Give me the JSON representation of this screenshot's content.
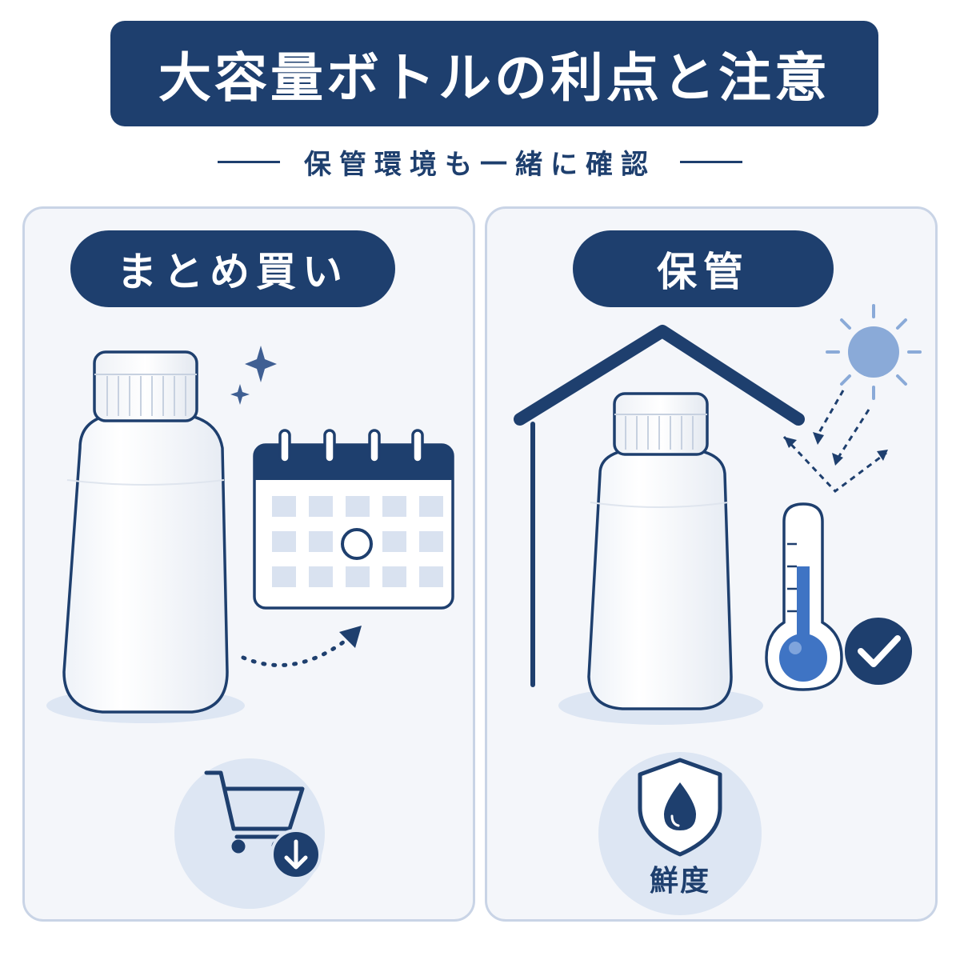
{
  "header": {
    "title": "大容量ボトルの利点と注意",
    "subtitle": "保管環境も一緒に確認"
  },
  "left_panel": {
    "label": "まとめ買い",
    "icons": [
      "bottle-icon",
      "sparkle-icon",
      "calendar-icon",
      "dotted-arrow-icon",
      "shopping-cart-icon",
      "download-arrow-icon"
    ]
  },
  "right_panel": {
    "label": "保管",
    "freshness_label": "鮮度",
    "icons": [
      "house-roof-icon",
      "sun-icon",
      "bottle-icon",
      "thermometer-icon",
      "check-icon",
      "shield-drop-icon"
    ]
  },
  "colors": {
    "navy": "#1e3f6e",
    "light_blue": "#dde6f3",
    "mid_blue": "#3f74c4",
    "sun_blue": "#8aaad8",
    "panel_bg": "#f4f6fa",
    "panel_border": "#c9d4e6"
  }
}
